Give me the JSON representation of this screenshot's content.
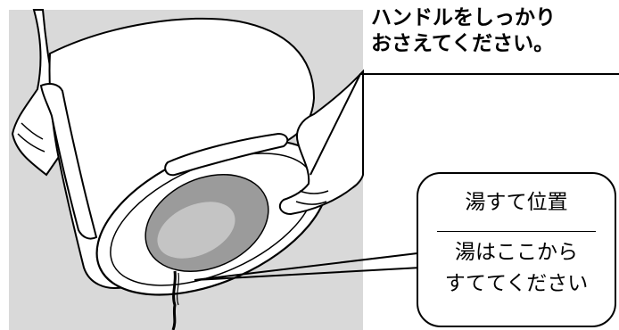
{
  "instruction": {
    "line1": "ハンドルをしっかり",
    "line2": "おさえてください。"
  },
  "callout": {
    "title": "湯すて位置",
    "body_line1": "湯はここから",
    "body_line2": "すててください"
  },
  "colors": {
    "panel_gray": "#d9d9d9",
    "line": "#000000",
    "white": "#ffffff",
    "inner_shadow": "#9b9b9b"
  }
}
